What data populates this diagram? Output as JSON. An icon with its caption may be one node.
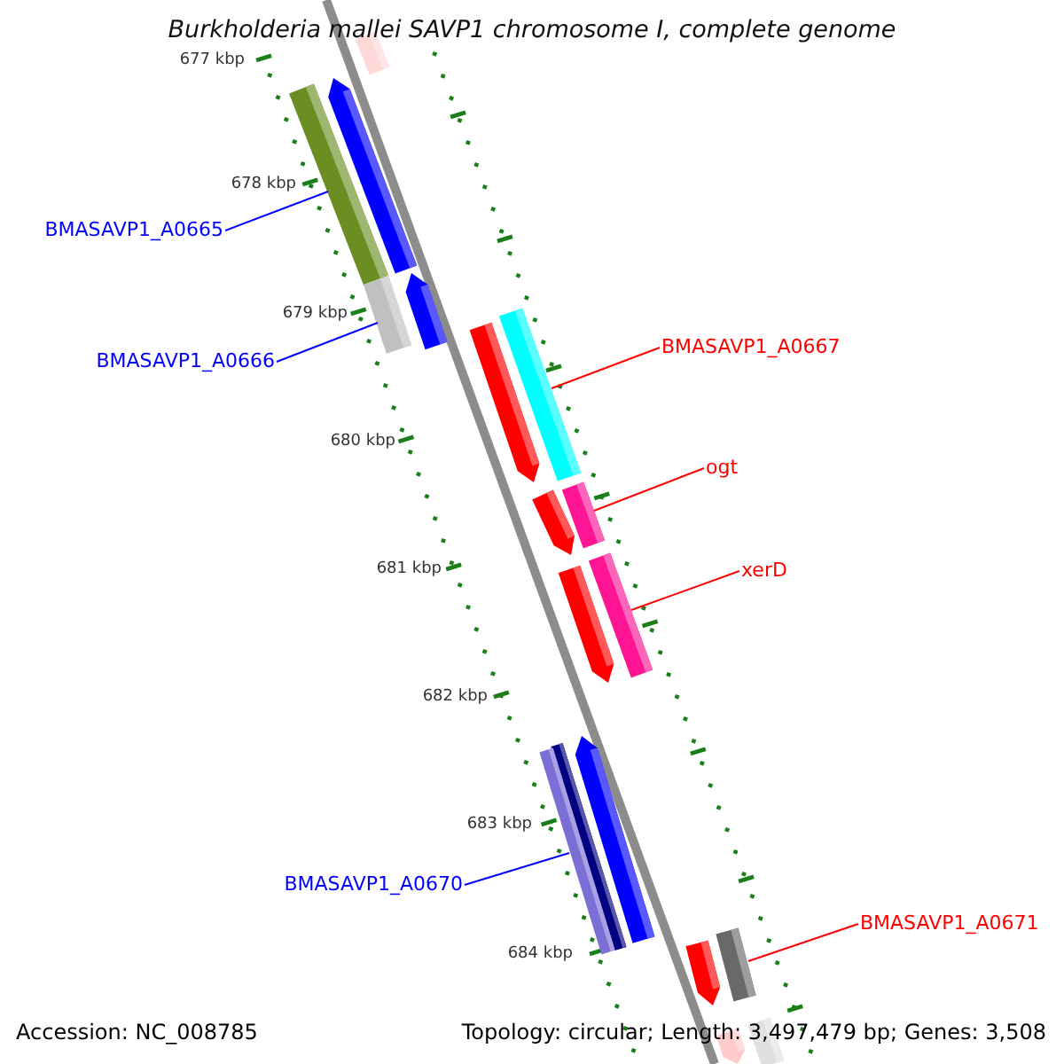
{
  "diagram": {
    "title": "Burkholderia mallei SAVP1 chromosome I, complete genome",
    "nodes": [
      {
        "text": [
          "BMASAVP1_A0665"
        ]
      },
      {
        "text": [],
        "shape": "bar"
      },
      {
        "text": [
          "BMASAVP1_A0666"
        ]
      },
      {
        "text": [],
        "shape": "bar"
      },
      {
        "text": [
          "BMASAVP1_A0667"
        ]
      },
      {
        "text": [],
        "shape": "bar"
      },
      {
        "text": [
          "ogt"
        ]
      },
      {
        "text": [],
        "shape": "bar"
      },
      {
        "text": [
          "xerD"
        ]
      },
      {
        "text": [],
        "shape": "bar"
      },
      {
        "text": [
          "BMASAVP1_A0670"
        ]
      },
      {
        "text": [],
        "shape": "bar"
      },
      {
        "text": [
          "BMASAVP1_A0671"
        ]
      },
      {
        "text": [],
        "shape": "bar"
      }
    ],
    "edges": [
      {
        "from": 0,
        "to": 1,
        "arrow": "none",
        "color": "#0000ff"
      },
      {
        "from": 2,
        "to": 3,
        "arrow": "none",
        "color": "#0000ff"
      },
      {
        "from": 4,
        "to": 5,
        "arrow": "none"
      },
      {
        "from": 6,
        "to": 7,
        "arrow": "none"
      },
      {
        "from": 8,
        "to": 9,
        "arrow": "none"
      },
      {
        "from": 10,
        "to": 11,
        "arrow": "none",
        "color": "#0000ff"
      },
      {
        "from": 12,
        "to": 13,
        "arrow": "none"
      }
    ],
    "labels": [
      "677 kbp",
      "678 kbp",
      "679 kbp",
      "680 kbp",
      "681 kbp",
      "682 kbp",
      "683 kbp",
      "684 kbp",
      "Accession: NC_008785",
      "Topology: circular; Length: 3,497,479 bp; Genes: 3,508"
    ]
  }
}
